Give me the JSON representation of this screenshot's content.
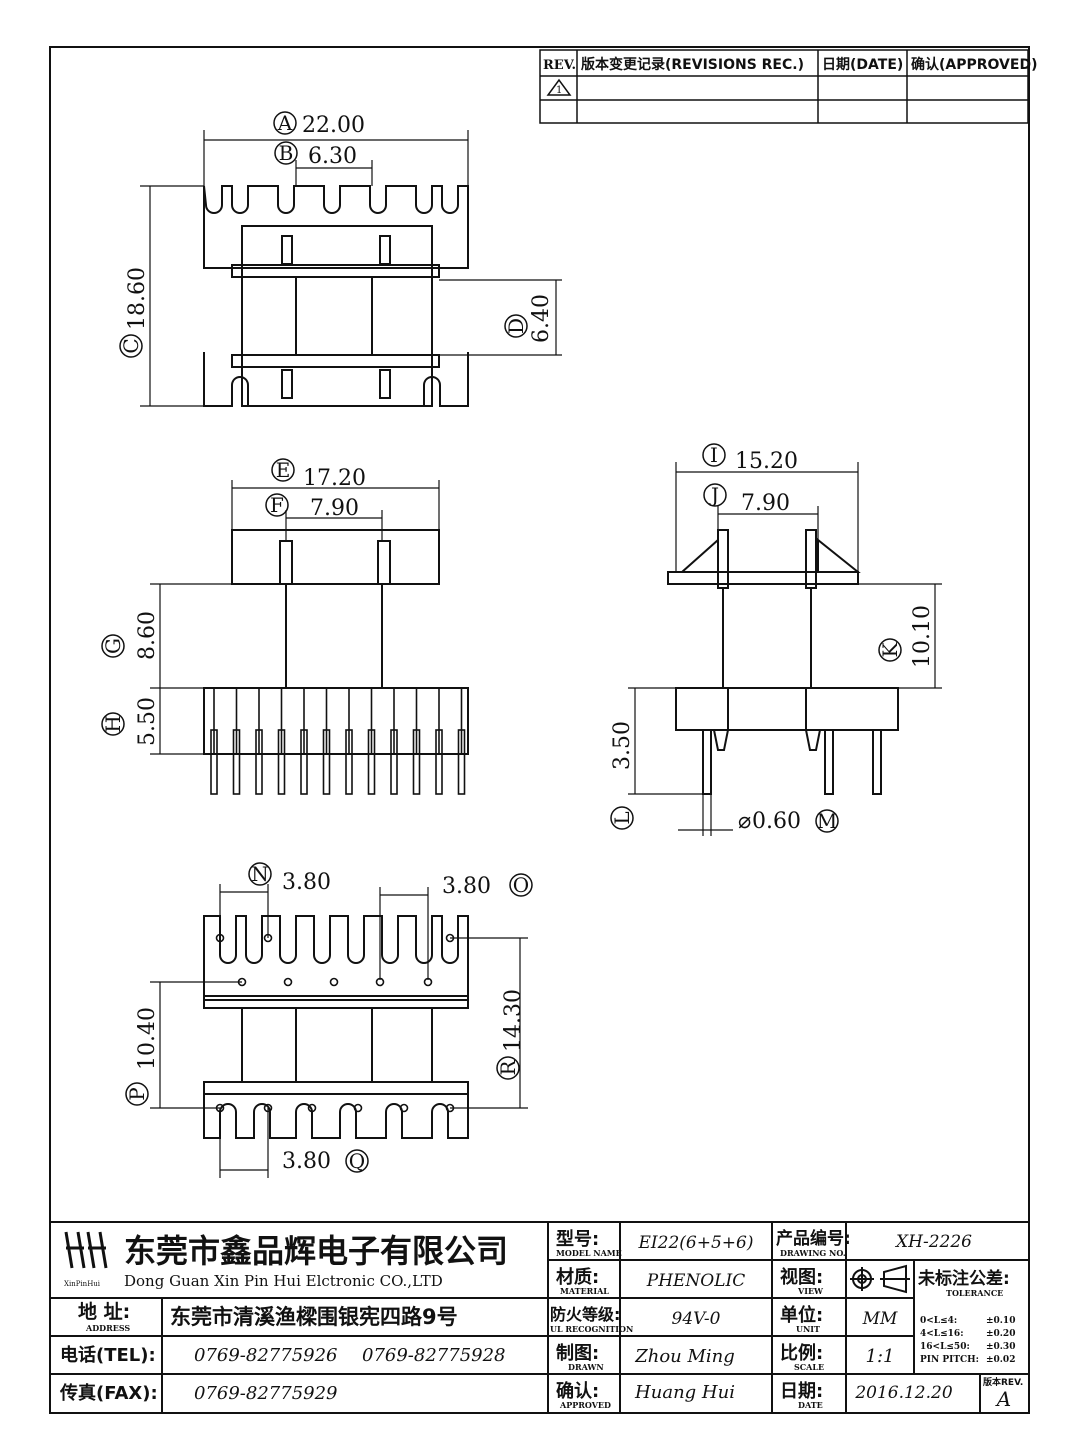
{
  "revision_table": {
    "headers": {
      "rev": "REV.",
      "record": "版本变更记录(REVISIONS REC.)",
      "date": "日期(DATE)",
      "approved": "确认(APPROVED)"
    },
    "rev_mark": "1"
  },
  "dims": {
    "A": "22.00",
    "B": "6.30",
    "C": "18.60",
    "D": "6.40",
    "E": "17.20",
    "F": "7.90",
    "G": "8.60",
    "H": "5.50",
    "I": "15.20",
    "J": "7.90",
    "K": "10.10",
    "L": "3.50",
    "M": "0.60",
    "N": "3.80",
    "O": "3.80",
    "P": "10.40",
    "Q": "3.80",
    "R": "14.30"
  },
  "labels": {
    "A": "A",
    "B": "B",
    "C": "C",
    "D": "D",
    "E": "E",
    "F": "F",
    "G": "G",
    "H": "H",
    "I": "I",
    "J": "J",
    "K": "K",
    "L": "L",
    "M": "M",
    "N": "N",
    "O": "O",
    "P": "P",
    "Q": "Q",
    "R": "R"
  },
  "diameter_symbol": "⌀",
  "title_block": {
    "logo_text": "XinPinHui",
    "company_cn": "东莞市鑫品辉电子有限公司",
    "company_en": "Dong Guan Xin Pin Hui Elctronic CO.,LTD",
    "address_label_cn": "地 址:",
    "address_label_en": "ADDRESS",
    "address_value": "东莞市清溪渔樑围银宪四路9号",
    "tel_label": "电话(TEL):",
    "tel_1": "0769-82775926",
    "tel_2": "0769-82775928",
    "fax_label": "传真(FAX):",
    "fax_value": "0769-82775929",
    "model_label_cn": "型号:",
    "model_label_en": "MODEL NAME",
    "model_value": "EI22(6+5+6)",
    "material_label_cn": "材质:",
    "material_label_en": "MATERIAL",
    "material_value": "PHENOLIC",
    "fire_label_cn": "防火等级:",
    "fire_label_en": "UL RECOGNITION",
    "fire_value": "94V-0",
    "drawn_label_cn": "制图:",
    "drawn_label_en": "DRAWN",
    "drawn_value": "Zhou Ming",
    "approved_label_cn": "确认:",
    "approved_label_en": "APPROVED",
    "approved_value": "Huang Hui",
    "drawing_no_label_cn": "产品编号:",
    "drawing_no_label_en": "DRAWING NO.",
    "drawing_no_value": "XH-2226",
    "view_label_cn": "视图:",
    "view_label_en": "VIEW",
    "unit_label_cn": "单位:",
    "unit_label_en": "UNIT",
    "unit_value": "MM",
    "scale_label_cn": "比例:",
    "scale_label_en": "SCALE",
    "scale_value": "1:1",
    "date_label_cn": "日期:",
    "date_label_en": "DATE",
    "date_value": "2016.12.20",
    "tolerance_label_cn": "未标注公差:",
    "tolerance_label_en": "TOLERANCE",
    "tolerances": [
      {
        "range": "0<L≤4:",
        "value": "±0.10"
      },
      {
        "range": "4<L≤16:",
        "value": "±0.20"
      },
      {
        "range": "16<L≤50:",
        "value": "±0.30"
      },
      {
        "range": "PIN PITCH:",
        "value": "±0.02"
      }
    ],
    "rev_label": "版本REV.",
    "rev_value": "A"
  }
}
